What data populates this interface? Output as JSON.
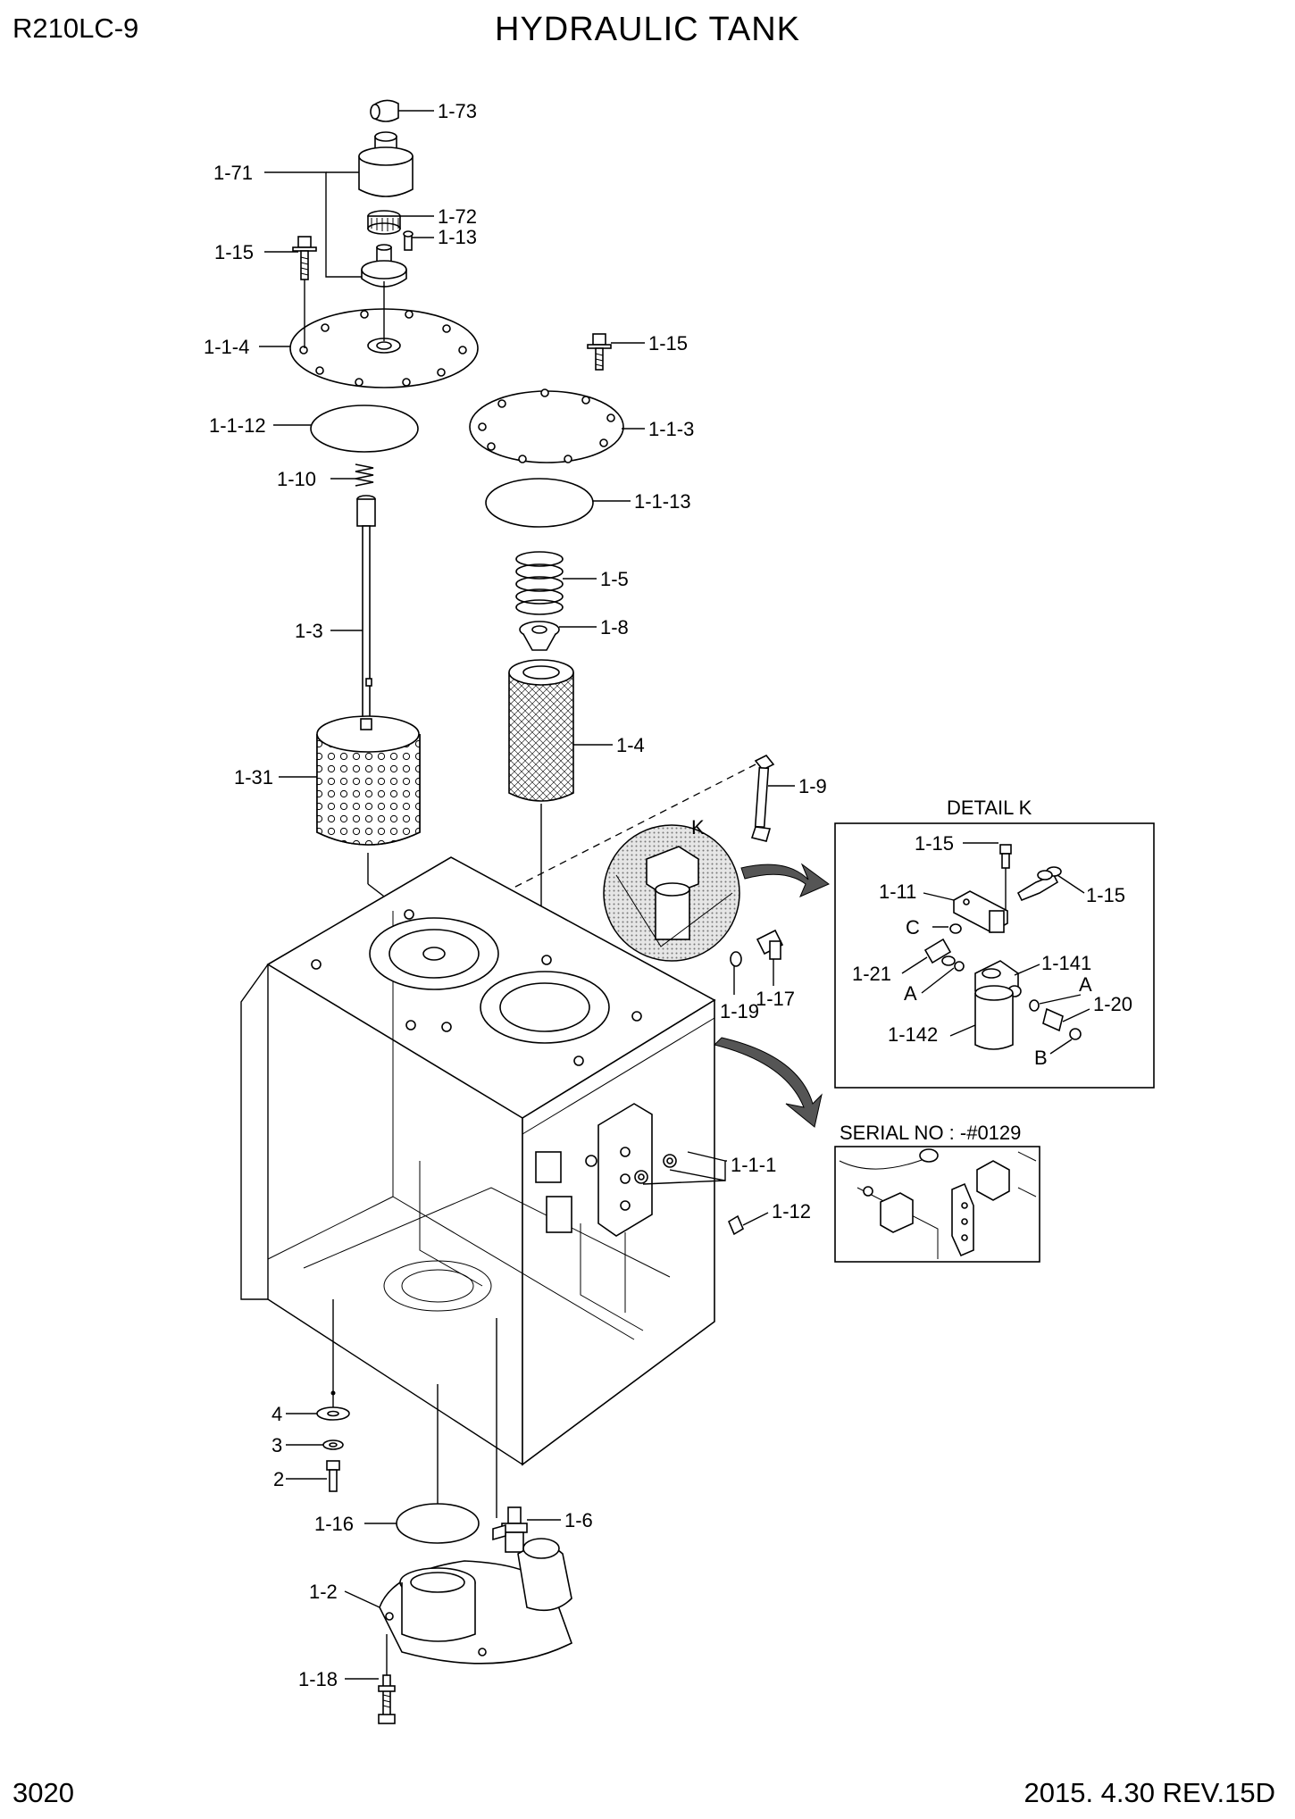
{
  "header": {
    "model": "R210LC-9",
    "title": "HYDRAULIC TANK"
  },
  "footer": {
    "page_number": "3020",
    "revision": "2015. 4.30  REV.15D"
  },
  "detail_k": {
    "title": "DETAIL  K",
    "marker": "K",
    "labels": {
      "d_1_15a": "1-15",
      "d_1_15b": "1-15",
      "d_1_11": "1-11",
      "d_c": "C",
      "d_1_141": "1-141",
      "d_1_21": "1-21",
      "d_a1": "A",
      "d_a2": "A",
      "d_1_20": "1-20",
      "d_1_142": "1-142",
      "d_b": "B"
    }
  },
  "serial_detail": {
    "title": "SERIAL NO : -#0129"
  },
  "callouts": {
    "p1_73": "1-73",
    "p1_71": "1-71",
    "p1_72": "1-72",
    "p1_13": "1-13",
    "p1_15a": "1-15",
    "p1_1_4": "1-1-4",
    "p1_15b": "1-15",
    "p1_1_12": "1-1-12",
    "p1_1_3": "1-1-3",
    "p1_10": "1-10",
    "p1_1_13": "1-1-13",
    "p1_5": "1-5",
    "p1_3": "1-3",
    "p1_8": "1-8",
    "p1_4": "1-4",
    "p1_31": "1-31",
    "p1_9": "1-9",
    "p1_19": "1-19",
    "p1_17": "1-17",
    "p1_1_1": "1-1-1",
    "p1_12": "1-12",
    "p4": "4",
    "p3": "3",
    "p2": "2",
    "p1_16": "1-16",
    "p1_6": "1-6",
    "p1_2": "1-2",
    "p1_18": "1-18"
  }
}
